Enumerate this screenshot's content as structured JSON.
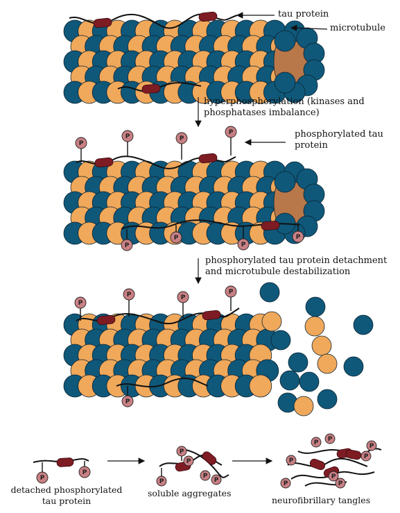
{
  "labels": {
    "tau_protein": "tau protein",
    "microtubule": "microtubule",
    "step1": "hyperphosphorylation (kinases and\nphosphatases imbalance)",
    "phospho_tau": "phosphorylated tau\nprotein",
    "step2": "phosphorylated tau protein detachment\nand microtubule destabilization",
    "detached": "detached phosphorylated\ntau protein",
    "soluble": "soluble aggregates",
    "tangles": "neurofibrillary tangles"
  },
  "phospho_symbol": "P",
  "colors": {
    "blue": "#0f587a",
    "orange": "#f0a85b",
    "lumen": "#b9784a",
    "tau": "#7e1c24",
    "phospho": "#c98084",
    "line": "#111111"
  }
}
